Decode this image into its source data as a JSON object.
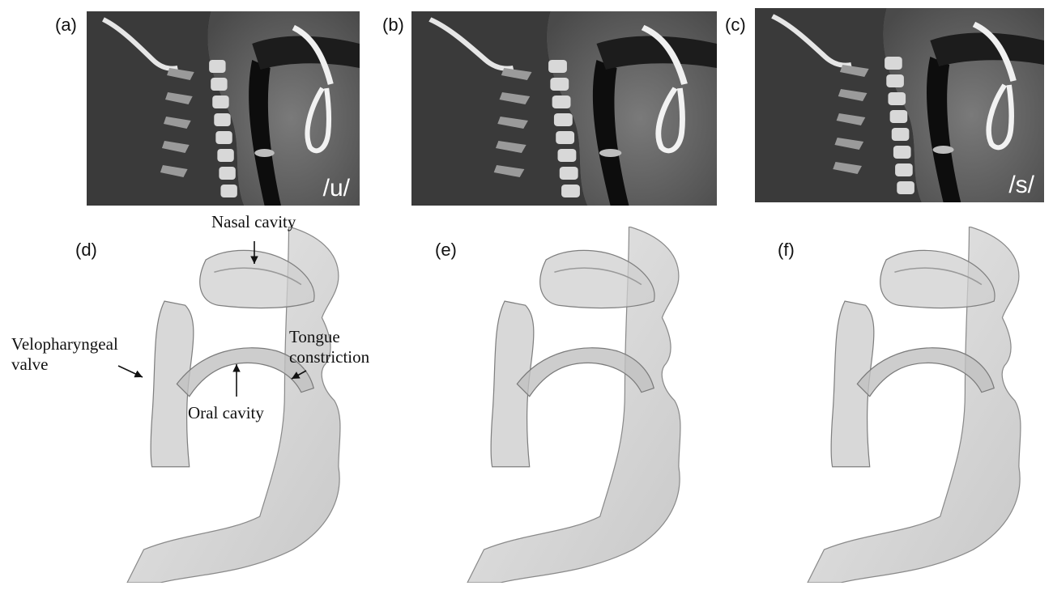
{
  "panels": {
    "a": {
      "label": "(a)",
      "phoneme": "/u/"
    },
    "b": {
      "label": "(b)",
      "phoneme": ""
    },
    "c": {
      "label": "(c)",
      "phoneme": "/s/"
    },
    "d": {
      "label": "(d)"
    },
    "e": {
      "label": "(e)"
    },
    "f": {
      "label": "(f)"
    }
  },
  "annotations": {
    "nasal_cavity": "Nasal cavity",
    "velopharyngeal_line1": "Velopharyngeal",
    "velopharyngeal_line2": "valve",
    "tongue_line1": "Tongue",
    "tongue_line2": "constriction",
    "oral_cavity": "Oral cavity"
  },
  "colors": {
    "ct_background": "#0b0b0b",
    "bone": "#e8e8e8",
    "soft_tissue": "#6f6f6f",
    "model_fill": "#c4c4c4",
    "model_stroke": "#8a8a8a"
  }
}
